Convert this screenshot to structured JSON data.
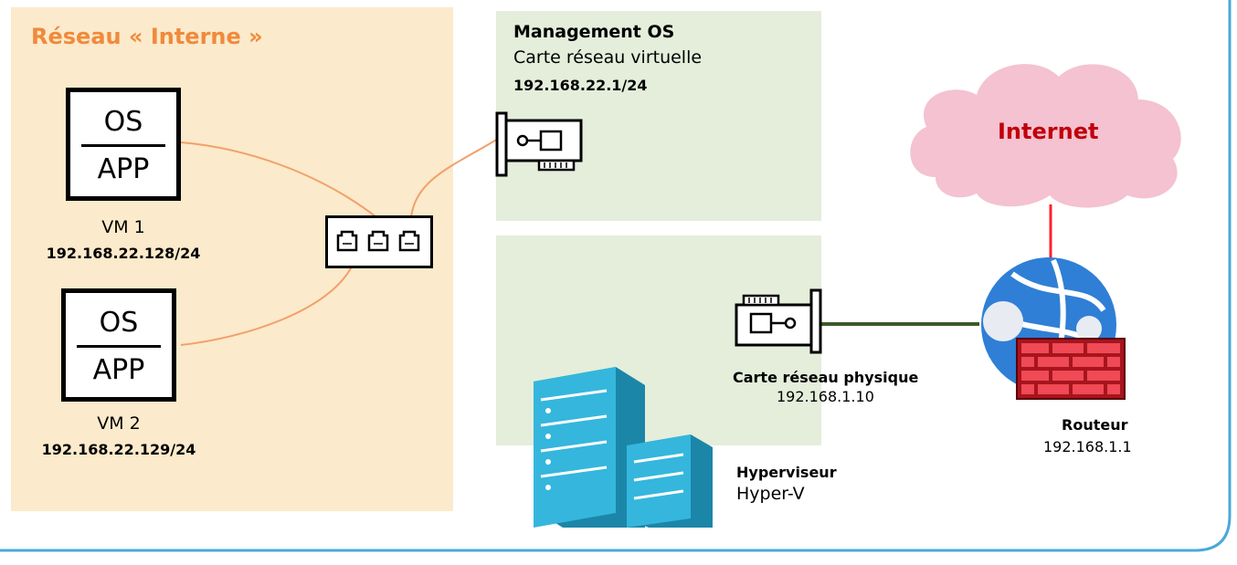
{
  "colors": {
    "internal_zone": "#fbeacb",
    "management_zone": "#e4eedb",
    "internal_title": "#f08a3c",
    "internet_text": "#c0000b",
    "orange_link": "#f2a06a",
    "red_link": "#ff1f2e",
    "green_link": "#3a5a28",
    "frame": "#4aa8d8",
    "cloud": "#f4c2d0",
    "server": "#35b6dd"
  },
  "internal_network": {
    "title": "Réseau « Interne »"
  },
  "vm1": {
    "os": "OS",
    "app": "APP",
    "name": "VM 1",
    "ip": "192.168.22.128/24"
  },
  "vm2": {
    "os": "OS",
    "app": "APP",
    "name": "VM 2",
    "ip": "192.168.22.129/24"
  },
  "management": {
    "title": "Management OS",
    "subtitle": "Carte réseau virtuelle",
    "ip": "192.168.22.1/24"
  },
  "physical_nic": {
    "label": "Carte réseau physique",
    "ip": "192.168.1.10"
  },
  "internet": {
    "label": "Internet"
  },
  "router": {
    "label": "Routeur",
    "ip": "192.168.1.1"
  },
  "hypervisor": {
    "label": "Hyperviseur",
    "name": "Hyper-V"
  },
  "icons": [
    "virtual-switch-icon",
    "network-card-icon",
    "cloud-icon",
    "globe-icon",
    "firewall-icon",
    "server-icon"
  ]
}
